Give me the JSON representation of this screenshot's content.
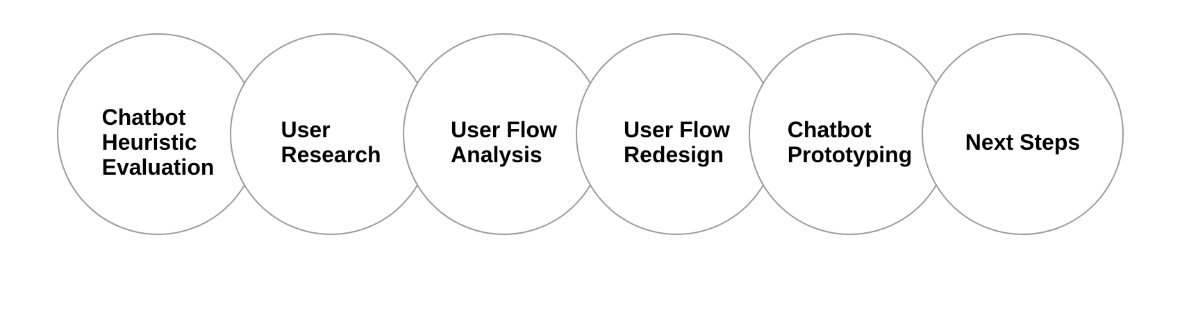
{
  "diagram": {
    "type": "process-stage-circles",
    "background_color": "#ffffff",
    "circle_fill_color": "#ffffff",
    "circle_border_color": "#9a9a9a",
    "text_color": "#000000",
    "stages": [
      {
        "label": "Chatbot Heuristic Evaluation",
        "lines": [
          "Chatbot",
          "Heuristic",
          "Evaluation"
        ]
      },
      {
        "label": "User Research",
        "lines": [
          "User",
          "Research",
          ""
        ]
      },
      {
        "label": "User Flow Analysis",
        "lines": [
          "User Flow",
          "Analysis",
          ""
        ]
      },
      {
        "label": "User Flow Redesign",
        "lines": [
          "User Flow",
          "Redesign",
          ""
        ]
      },
      {
        "label": "Chatbot Prototyping",
        "lines": [
          "Chatbot",
          "Prototyping",
          ""
        ]
      },
      {
        "label": "Next Steps",
        "lines": [
          "Next Steps",
          "",
          ""
        ]
      }
    ]
  }
}
